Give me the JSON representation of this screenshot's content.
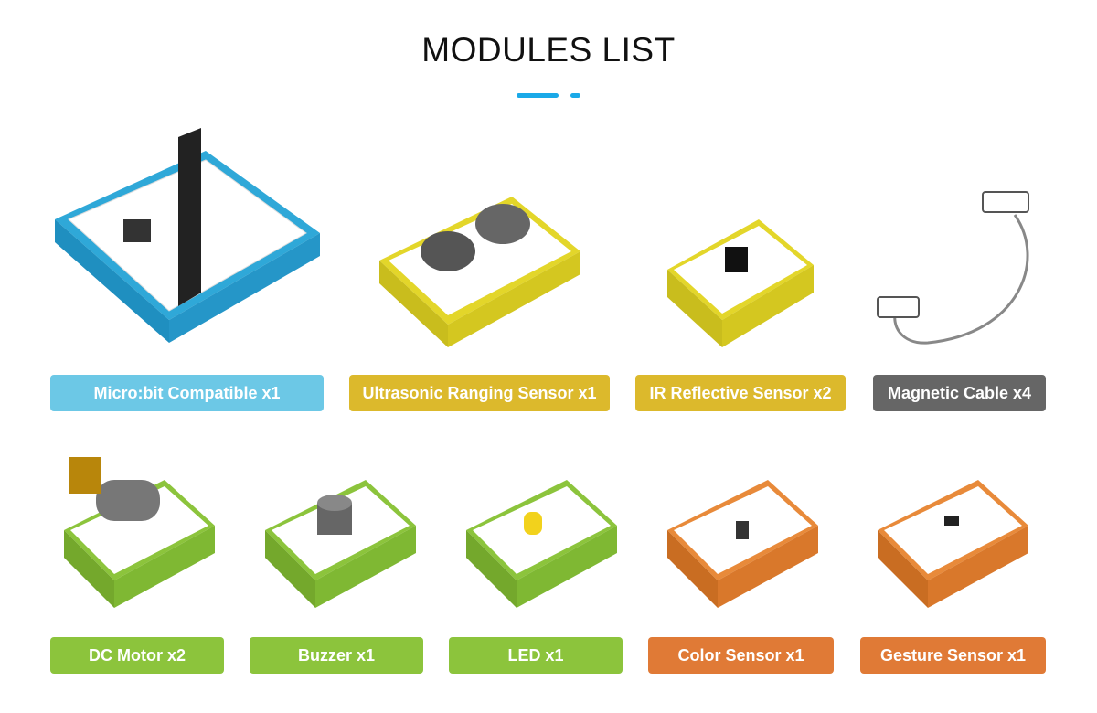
{
  "title": "MODULES LIST",
  "accent": "#1aa9e8",
  "modules": [
    {
      "label": "Micro:bit Compatible x1",
      "color": "#6cc8e6"
    },
    {
      "label": "Ultrasonic Ranging Sensor x1",
      "color": "#dcb92c"
    },
    {
      "label": "IR Reflective Sensor x2",
      "color": "#dcb92c"
    },
    {
      "label": "Magnetic Cable x4",
      "color": "#666666"
    },
    {
      "label": "DC Motor x2",
      "color": "#8cc43c"
    },
    {
      "label": "Buzzer x1",
      "color": "#8cc43c"
    },
    {
      "label": "LED x1",
      "color": "#8cc43c"
    },
    {
      "label": "Color Sensor x1",
      "color": "#e07a36"
    },
    {
      "label": "Gesture Sensor x1",
      "color": "#e07a36"
    }
  ]
}
